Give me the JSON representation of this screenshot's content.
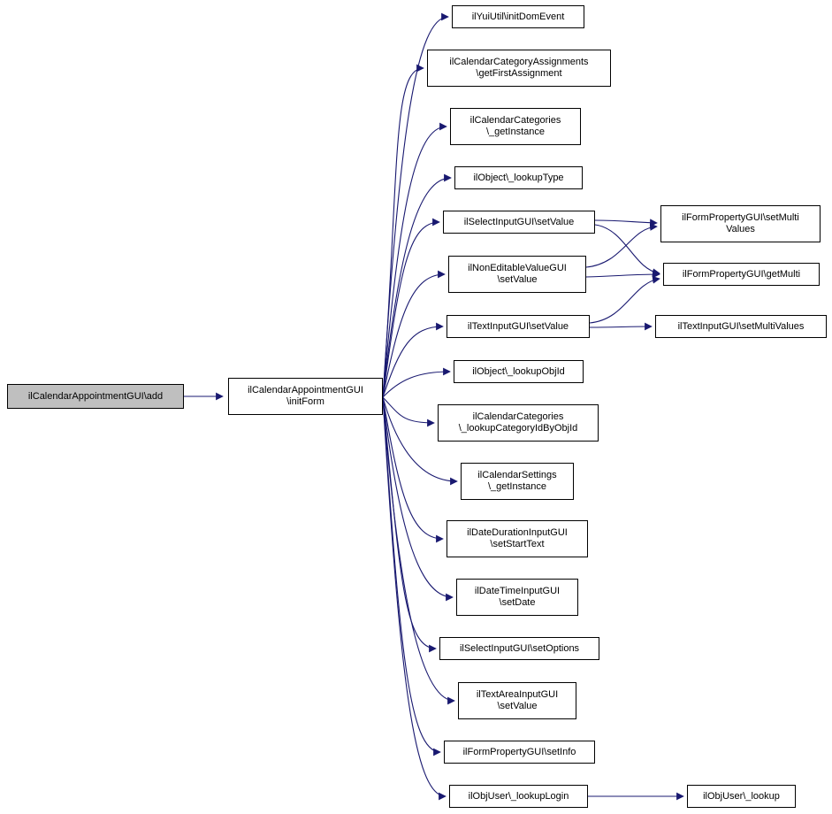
{
  "diagram": {
    "type": "call-graph",
    "colors": {
      "edge": "#191970",
      "node_border": "#000000",
      "node_fill": "#ffffff",
      "root_fill": "#bfbfbf"
    },
    "nodes": {
      "add": {
        "label": "ilCalendarAppointmentGUI\\add"
      },
      "initForm": {
        "lines": [
          "ilCalendarAppointmentGUI",
          "\\initForm"
        ]
      },
      "initDomEvent": {
        "label": "ilYuiUtil\\initDomEvent"
      },
      "getFirstAssignment": {
        "lines": [
          "ilCalendarCategoryAssignments",
          "\\getFirstAssignment"
        ]
      },
      "catGetInstance": {
        "lines": [
          "ilCalendarCategories",
          "\\_getInstance"
        ]
      },
      "lookupType": {
        "label": "ilObject\\_lookupType"
      },
      "selectSetValue": {
        "label": "ilSelectInputGUI\\setValue"
      },
      "nonEditableSetValue": {
        "lines": [
          "ilNonEditableValueGUI",
          "\\setValue"
        ]
      },
      "textSetValue": {
        "label": "ilTextInputGUI\\setValue"
      },
      "lookupObjId": {
        "label": "ilObject\\_lookupObjId"
      },
      "lookupCategoryIdByObjId": {
        "lines": [
          "ilCalendarCategories",
          "\\_lookupCategoryIdByObjId"
        ]
      },
      "settingsGetInstance": {
        "lines": [
          "ilCalendarSettings",
          "\\_getInstance"
        ]
      },
      "setStartText": {
        "lines": [
          "ilDateDurationInputGUI",
          "\\setStartText"
        ]
      },
      "setDate": {
        "lines": [
          "ilDateTimeInputGUI",
          "\\setDate"
        ]
      },
      "setOptions": {
        "label": "ilSelectInputGUI\\setOptions"
      },
      "textAreaSetValue": {
        "lines": [
          "ilTextAreaInputGUI",
          "\\setValue"
        ]
      },
      "setInfo": {
        "label": "ilFormPropertyGUI\\setInfo"
      },
      "lookupLogin": {
        "label": "ilObjUser\\_lookupLogin"
      },
      "setMultiValues": {
        "lines": [
          "ilFormPropertyGUI\\setMulti",
          "Values"
        ]
      },
      "getMulti": {
        "label": "ilFormPropertyGUI\\getMulti"
      },
      "textSetMultiValues": {
        "label": "ilTextInputGUI\\setMultiValues"
      },
      "lookup": {
        "label": "ilObjUser\\_lookup"
      }
    },
    "edges": [
      "add -> initForm",
      "initForm -> initDomEvent",
      "initForm -> getFirstAssignment",
      "initForm -> catGetInstance",
      "initForm -> lookupType",
      "initForm -> selectSetValue",
      "initForm -> nonEditableSetValue",
      "initForm -> textSetValue",
      "initForm -> lookupObjId",
      "initForm -> lookupCategoryIdByObjId",
      "initForm -> settingsGetInstance",
      "initForm -> setStartText",
      "initForm -> setDate",
      "initForm -> setOptions",
      "initForm -> textAreaSetValue",
      "initForm -> setInfo",
      "initForm -> lookupLogin",
      "selectSetValue -> setMultiValues",
      "selectSetValue -> getMulti",
      "nonEditableSetValue -> setMultiValues",
      "nonEditableSetValue -> getMulti",
      "textSetValue -> getMulti",
      "textSetValue -> textSetMultiValues",
      "lookupLogin -> lookup"
    ]
  }
}
